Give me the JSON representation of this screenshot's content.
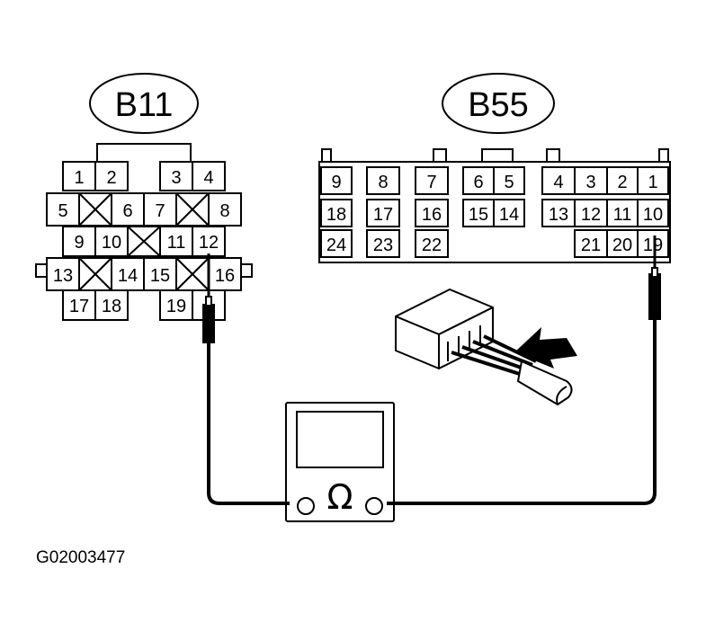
{
  "connectors": {
    "b11": {
      "label": "B11",
      "pins": [
        {
          "id": "b11-pin-1",
          "text": "1"
        },
        {
          "id": "b11-pin-2",
          "text": "2"
        },
        {
          "id": "b11-pin-3",
          "text": "3"
        },
        {
          "id": "b11-pin-4",
          "text": "4"
        },
        {
          "id": "b11-pin-5",
          "text": "5"
        },
        {
          "id": "b11-pin-6",
          "text": "6"
        },
        {
          "id": "b11-pin-7",
          "text": "7"
        },
        {
          "id": "b11-pin-8",
          "text": "8"
        },
        {
          "id": "b11-pin-9",
          "text": "9"
        },
        {
          "id": "b11-pin-10",
          "text": "10"
        },
        {
          "id": "b11-pin-11",
          "text": "11"
        },
        {
          "id": "b11-pin-12",
          "text": "12"
        },
        {
          "id": "b11-pin-13",
          "text": "13"
        },
        {
          "id": "b11-pin-14",
          "text": "14"
        },
        {
          "id": "b11-pin-15",
          "text": "15"
        },
        {
          "id": "b11-pin-16",
          "text": "16"
        },
        {
          "id": "b11-pin-17",
          "text": "17"
        },
        {
          "id": "b11-pin-18",
          "text": "18"
        },
        {
          "id": "b11-pin-19",
          "text": "19"
        }
      ]
    },
    "b55": {
      "label": "B55",
      "pins": [
        {
          "id": "b55-pin-9",
          "text": "9"
        },
        {
          "id": "b55-pin-8",
          "text": "8"
        },
        {
          "id": "b55-pin-7",
          "text": "7"
        },
        {
          "id": "b55-pin-6",
          "text": "6"
        },
        {
          "id": "b55-pin-5",
          "text": "5"
        },
        {
          "id": "b55-pin-4",
          "text": "4"
        },
        {
          "id": "b55-pin-3",
          "text": "3"
        },
        {
          "id": "b55-pin-2",
          "text": "2"
        },
        {
          "id": "b55-pin-1",
          "text": "1"
        },
        {
          "id": "b55-pin-18",
          "text": "18"
        },
        {
          "id": "b55-pin-17",
          "text": "17"
        },
        {
          "id": "b55-pin-16",
          "text": "16"
        },
        {
          "id": "b55-pin-15",
          "text": "15"
        },
        {
          "id": "b55-pin-14",
          "text": "14"
        },
        {
          "id": "b55-pin-13",
          "text": "13"
        },
        {
          "id": "b55-pin-12",
          "text": "12"
        },
        {
          "id": "b55-pin-11",
          "text": "11"
        },
        {
          "id": "b55-pin-10",
          "text": "10"
        },
        {
          "id": "b55-pin-24",
          "text": "24"
        },
        {
          "id": "b55-pin-23",
          "text": "23"
        },
        {
          "id": "b55-pin-22",
          "text": "22"
        },
        {
          "id": "b55-pin-21",
          "text": "21"
        },
        {
          "id": "b55-pin-20",
          "text": "20"
        },
        {
          "id": "b55-pin-19",
          "text": "19"
        }
      ]
    }
  },
  "meter": {
    "symbol": "Ω",
    "icon": "ohmmeter-icon"
  },
  "connector_icon": "connector-plug-icon",
  "arrow_icon": "insert-arrow-icon",
  "figure_code": "G02003477",
  "colors": {
    "ink": "#000000",
    "paper": "#ffffff"
  }
}
